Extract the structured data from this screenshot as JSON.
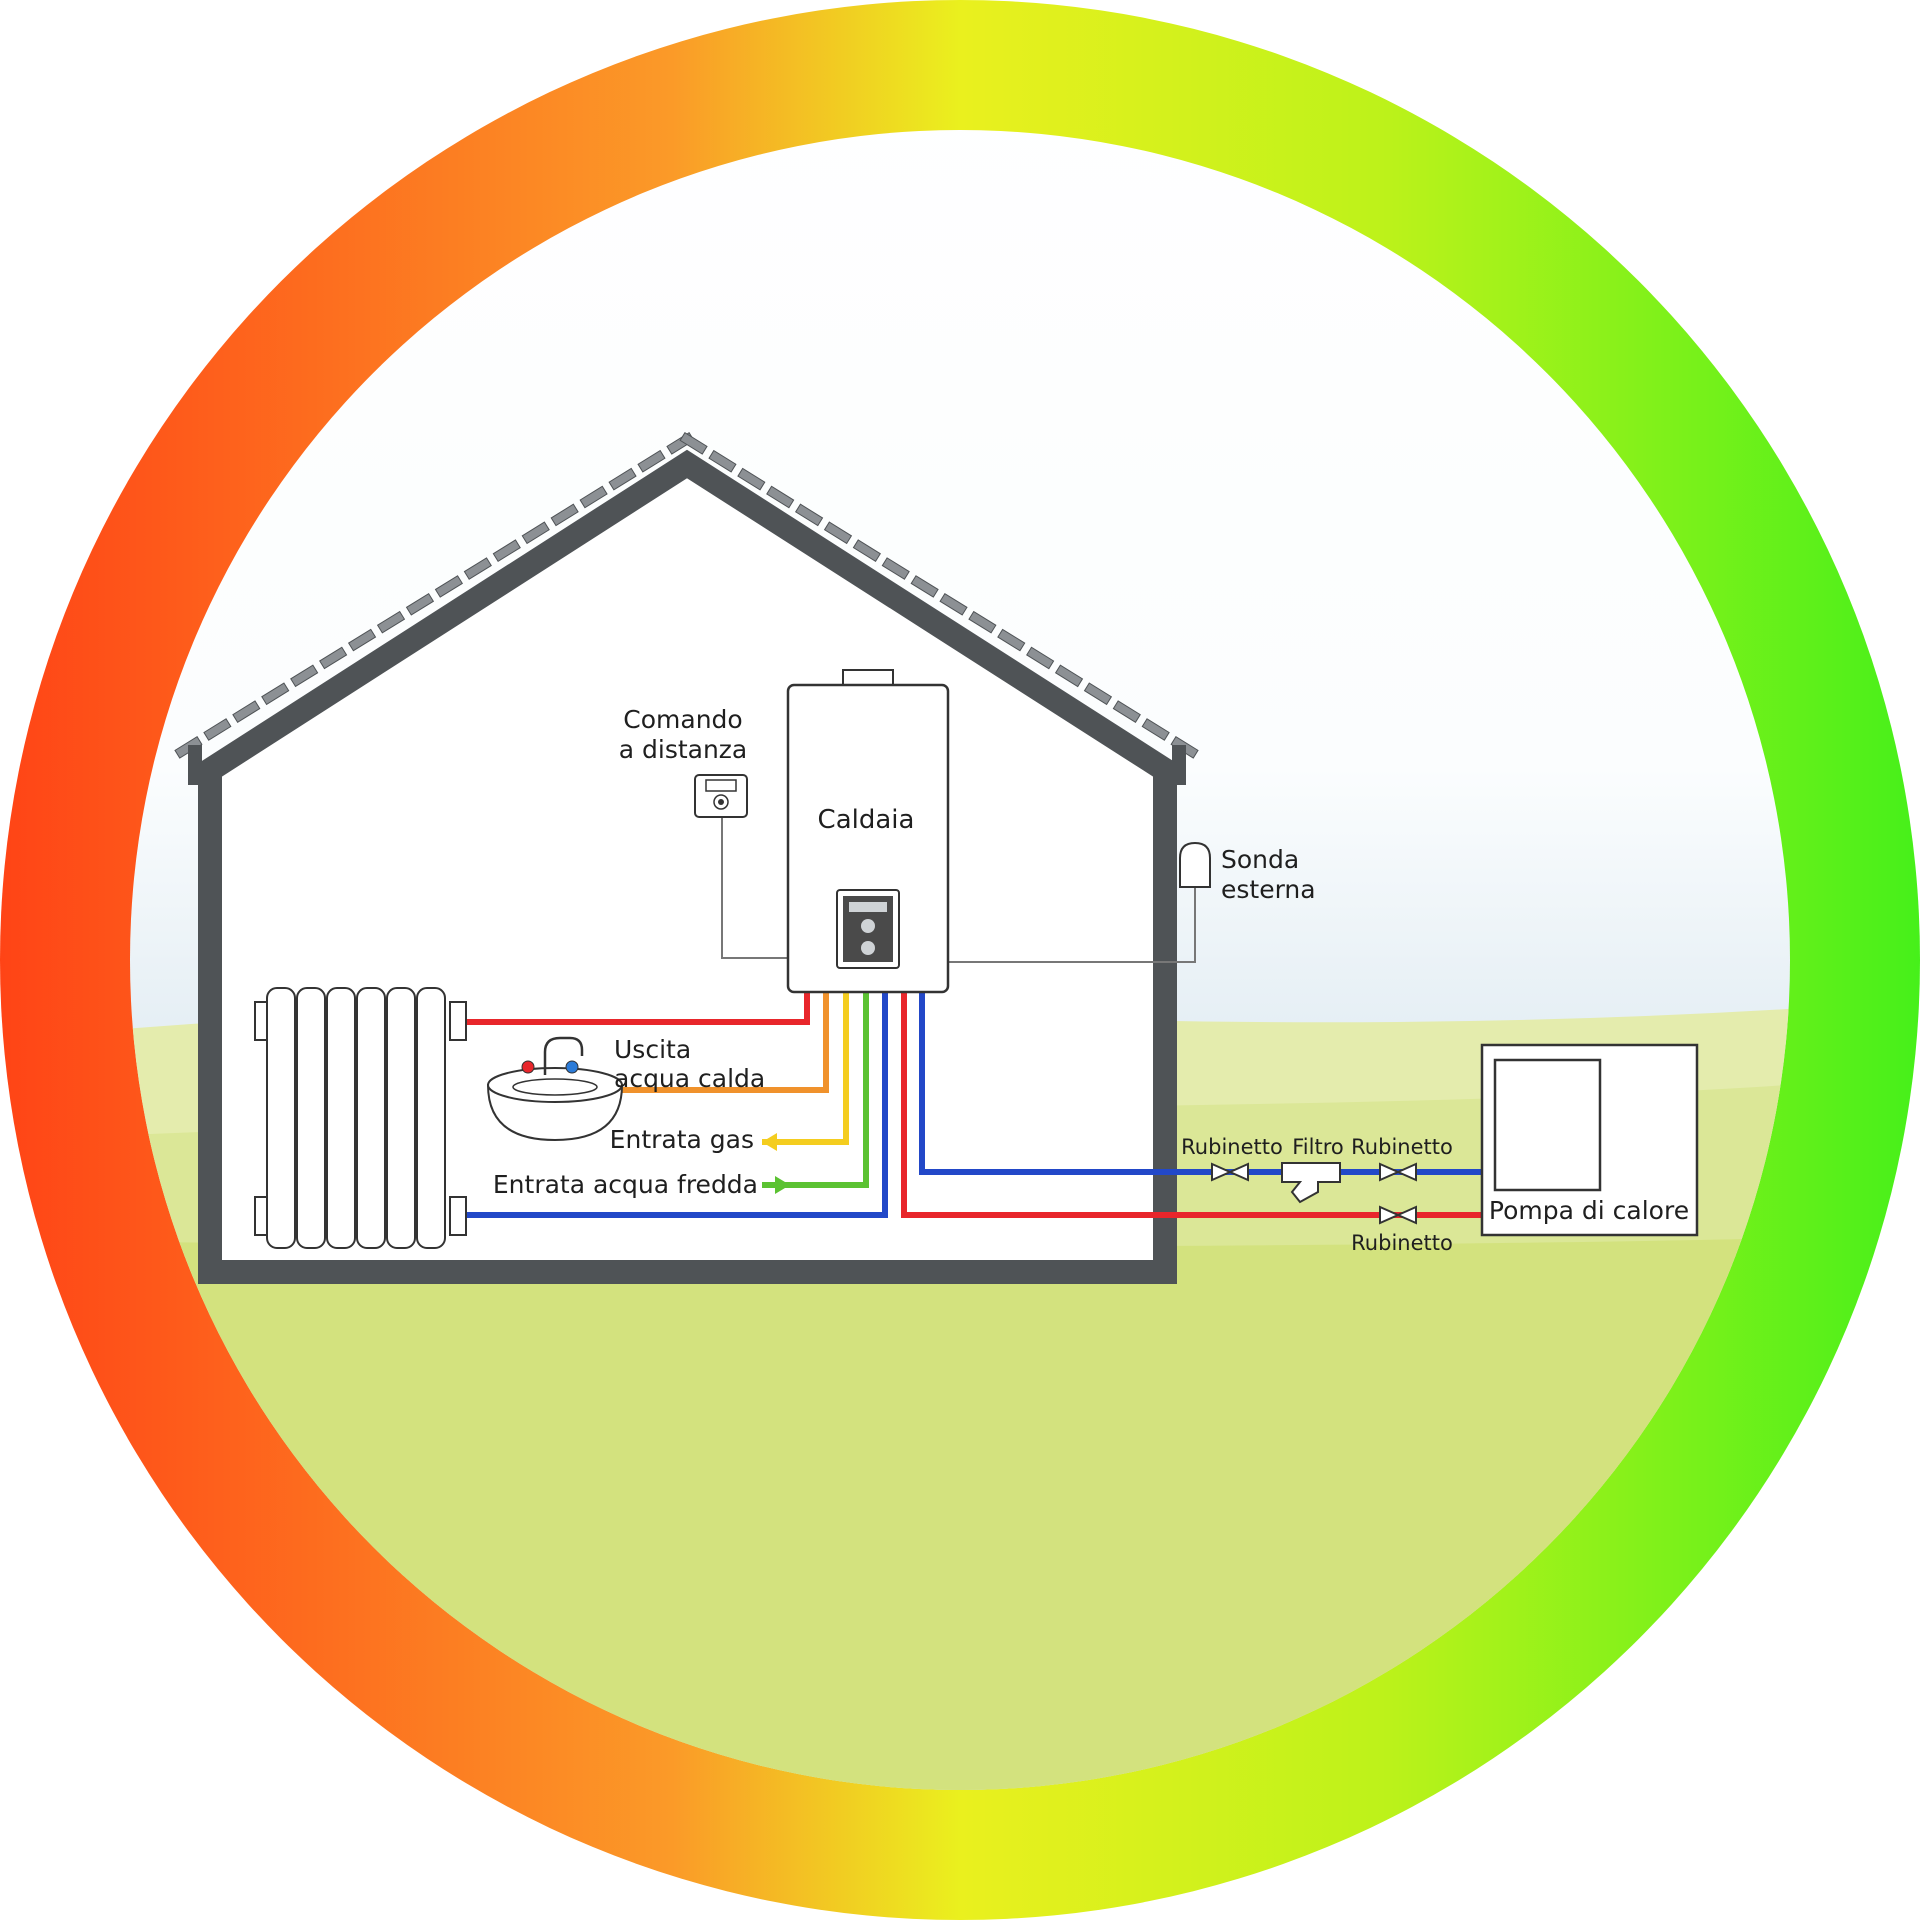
{
  "labels": {
    "remote_control_line1": "Comando",
    "remote_control_line2": "a distanza",
    "boiler": "Caldaia",
    "outdoor_sensor_line1": "Sonda",
    "outdoor_sensor_line2": "esterna",
    "hot_water_outlet_line1": "Uscita",
    "hot_water_outlet_line2": "acqua calda",
    "gas_inlet": "Entrata gas",
    "cold_water_inlet": "Entrata acqua fredda",
    "valve_left": "Rubinetto",
    "filter": "Filtro",
    "valve_right": "Rubinetto",
    "valve_bottom": "Rubinetto",
    "heat_pump": "Pompa di calore"
  },
  "colors": {
    "ring_left": "#ff4416",
    "ring_mid": "#eaf01e",
    "ring_right": "#46f01a",
    "sky": "#c8dde8",
    "ground": "#d3e27e",
    "house_outline": "#4f5356",
    "pipe_hot": "#e8262b",
    "pipe_domestic_hot": "#f0922c",
    "pipe_gas": "#f4cd1f",
    "pipe_cold_inlet": "#5bc232",
    "pipe_return": "#2248c8"
  },
  "icons": [
    "radiator-icon",
    "sink-icon",
    "remote-control-icon",
    "boiler-icon",
    "outdoor-sensor-icon",
    "valve-icon",
    "filter-icon",
    "heat-pump-icon"
  ]
}
